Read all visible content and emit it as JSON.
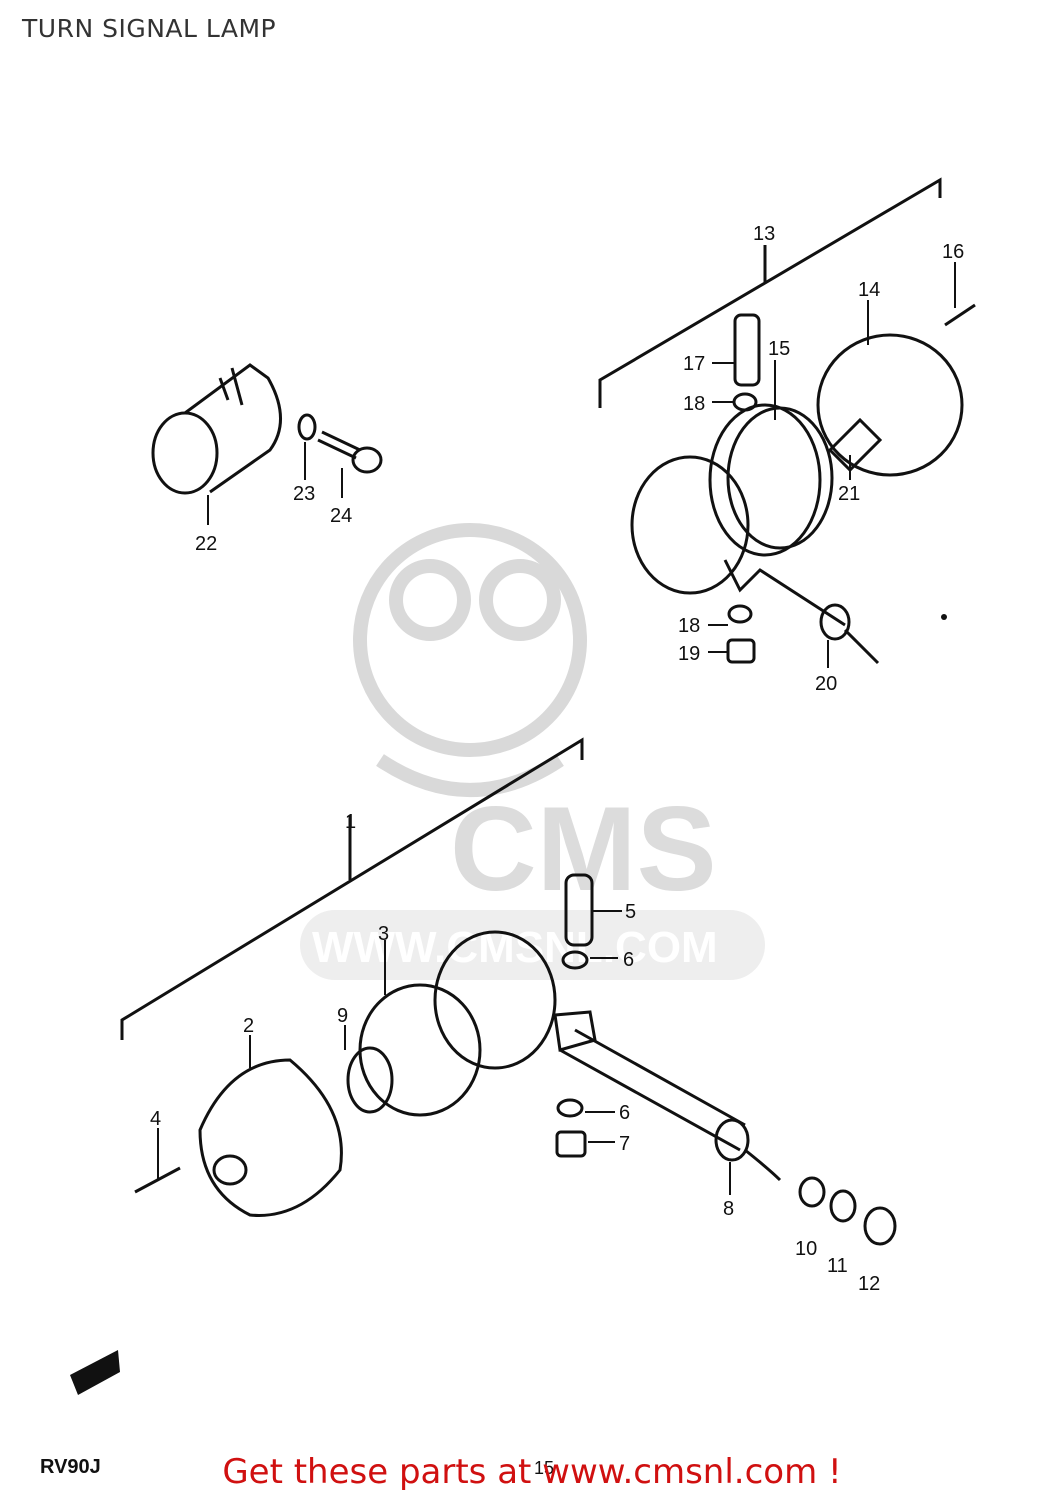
{
  "diagram": {
    "title": "TURN SIGNAL LAMP",
    "model_code": "RV90J",
    "page_number": "15",
    "watermark": {
      "brand": "CMS",
      "url": "WWW.CMSNL.COM"
    },
    "footer_text": "Get these parts at www.cmsnl.com !",
    "footer_color": "#d01010",
    "line_color": "#111111",
    "watermark_color": "#d9d9d9",
    "labels": [
      {
        "id": "1",
        "text": "1"
      },
      {
        "id": "2",
        "text": "2"
      },
      {
        "id": "3",
        "text": "3"
      },
      {
        "id": "4",
        "text": "4"
      },
      {
        "id": "5",
        "text": "5"
      },
      {
        "id": "6a",
        "text": "6"
      },
      {
        "id": "6b",
        "text": "6"
      },
      {
        "id": "7",
        "text": "7"
      },
      {
        "id": "8",
        "text": "8"
      },
      {
        "id": "9",
        "text": "9"
      },
      {
        "id": "10",
        "text": "10"
      },
      {
        "id": "11",
        "text": "11"
      },
      {
        "id": "12",
        "text": "12"
      },
      {
        "id": "13",
        "text": "13"
      },
      {
        "id": "14",
        "text": "14"
      },
      {
        "id": "15",
        "text": "15"
      },
      {
        "id": "16",
        "text": "16"
      },
      {
        "id": "17",
        "text": "17"
      },
      {
        "id": "18a",
        "text": "18"
      },
      {
        "id": "18b",
        "text": "18"
      },
      {
        "id": "19",
        "text": "19"
      },
      {
        "id": "20",
        "text": "20"
      },
      {
        "id": "21",
        "text": "21"
      },
      {
        "id": "22",
        "text": "22"
      },
      {
        "id": "23",
        "text": "23"
      },
      {
        "id": "24",
        "text": "24"
      }
    ]
  }
}
